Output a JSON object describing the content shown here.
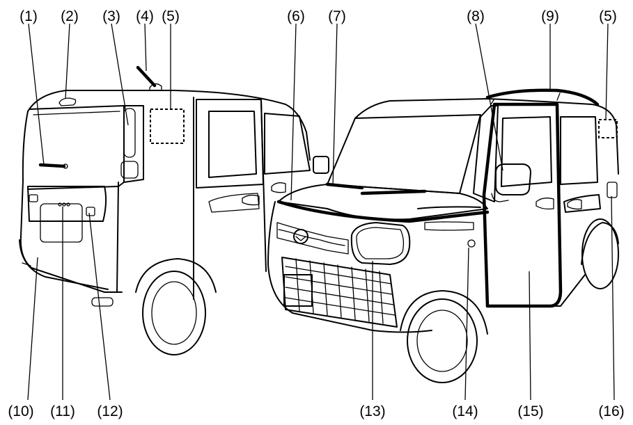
{
  "callouts": [
    {
      "id": "1",
      "text": "(1)"
    },
    {
      "id": "2",
      "text": "(2)"
    },
    {
      "id": "3",
      "text": "(3)"
    },
    {
      "id": "4",
      "text": "(4)"
    },
    {
      "id": "5a",
      "text": "(5)"
    },
    {
      "id": "6",
      "text": "(6)"
    },
    {
      "id": "7",
      "text": "(7)"
    },
    {
      "id": "8",
      "text": "(8)"
    },
    {
      "id": "9",
      "text": "(9)"
    },
    {
      "id": "5b",
      "text": "(5)"
    },
    {
      "id": "10",
      "text": "(10)"
    },
    {
      "id": "11",
      "text": "(11)"
    },
    {
      "id": "12",
      "text": "(12)"
    },
    {
      "id": "13",
      "text": "(13)"
    },
    {
      "id": "14",
      "text": "(14)"
    },
    {
      "id": "15",
      "text": "(15)"
    },
    {
      "id": "16",
      "text": "(16)"
    }
  ],
  "colors": {
    "line": "#000000",
    "background": "#ffffff"
  }
}
